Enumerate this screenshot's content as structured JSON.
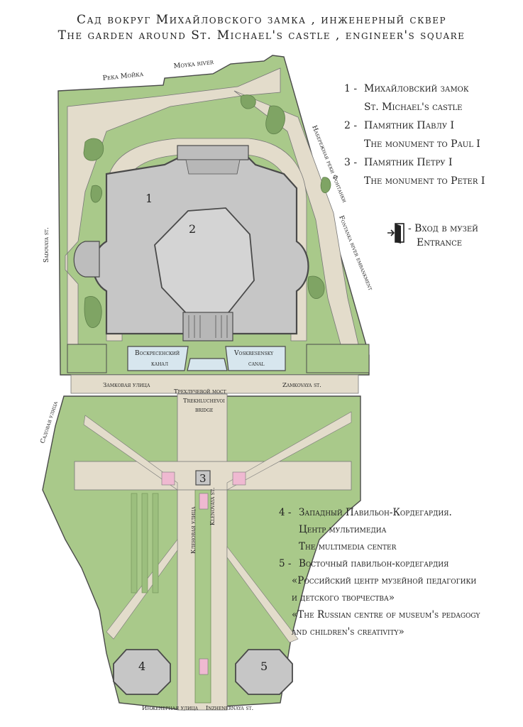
{
  "title": {
    "ru": "Сад вокруг Михайловского замка , инженерный сквер",
    "en": "The garden around St. Michael's castle , engineer's square"
  },
  "legend_top": [
    {
      "num": "1 -",
      "ru": "Михайловский замок",
      "en": "St. Michael's castle"
    },
    {
      "num": "2 -",
      "ru": "Памятник Павлу I",
      "en": "The monument to Paul I"
    },
    {
      "num": "3 -",
      "ru": "Памятник Петру I",
      "en": "The monument to Peter I"
    }
  ],
  "entrance": {
    "ru": "- Вход в музей",
    "en": "Entrance",
    "icon": "entrance-door-icon"
  },
  "legend_bottom": {
    "item4": {
      "num": "4 -",
      "line1": "Западный Павильон-Кордегардия.",
      "line2": "Центр мультимедиа",
      "line3": "The multimedia center"
    },
    "item5": {
      "num": "5 -",
      "line1": "Восточный павильон-кордегардия",
      "line2": "«Российский центр музейной педагогики",
      "line3": "и детского творчества»",
      "line4": "«The Russian centre of museum's pedagogy",
      "line5": "and children's creativity»"
    }
  },
  "map_labels": {
    "moika_ru": "Река Мойка",
    "moika_en": "Moyka river",
    "fontanka_ru": "Набережная реки Фонтанки",
    "fontanka_en": "Fontanka river embankment",
    "sadovaya_en": "Sadovaya st.",
    "sadovaya_ru": "Садовая улица",
    "voskresensky_ru_1": "Воскресенский",
    "voskresensky_ru_2": "канал",
    "voskresensky_en_1": "Voskresensky",
    "voskresensky_en_2": "canal",
    "zamkovaya_ru": "Замковая улица",
    "zamkovaya_en": "Zamkovaya st.",
    "bridge_ru": "Трехлучевой мост",
    "bridge_en_1": "Trekhluchevoi",
    "bridge_en_2": "bridge",
    "klenovaya_ru": "Кленовая улица",
    "klenovaya_en": "Klenovaya st.",
    "inzhenernaya_ru": "Инженерная улица",
    "inzhenernaya_en": "Inzhenernaya st.",
    "marker1": "1",
    "marker2": "2",
    "marker3": "3",
    "marker4": "4",
    "marker5": "5"
  },
  "colors": {
    "green": "#a9c98a",
    "green_dark": "#7fa464",
    "path": "#e3dccb",
    "castle": "#c6c6c6",
    "water": "#d7e6ee",
    "pink": "#efb9d1",
    "outline": "#4a4a4a"
  }
}
